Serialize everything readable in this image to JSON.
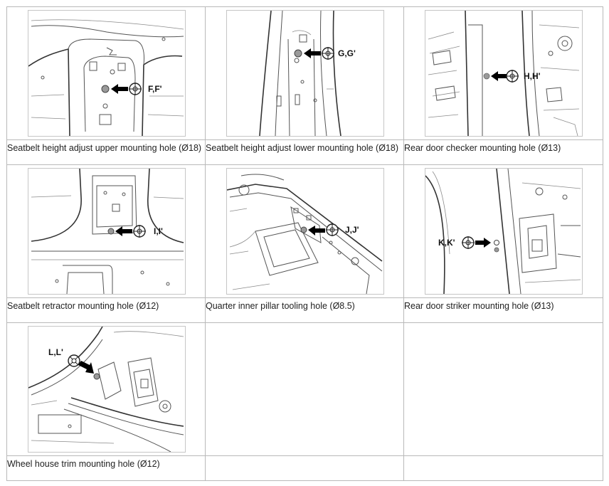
{
  "figures": [
    {
      "marker": "F,F'",
      "caption": "Seatbelt height adjust upper mounting hole (Ø18)"
    },
    {
      "marker": "G,G'",
      "caption": "Seatbelt height adjust lower mounting hole (Ø18)"
    },
    {
      "marker": "H,H'",
      "caption": "Rear door checker mounting hole (Ø13)"
    },
    {
      "marker": "I,I'",
      "caption": "Seatbelt retractor mounting hole (Ø12)"
    },
    {
      "marker": "J,J'",
      "caption": "Quarter inner pillar tooling hole (Ø8.5)"
    },
    {
      "marker": "K,K'",
      "caption": "Rear door striker mounting hole (Ø13)"
    },
    {
      "marker": "L,L'",
      "caption": "Wheel house trim mounting hole (Ø12)"
    }
  ],
  "icons": {
    "target": "crosshair-target-icon",
    "arrow": "arrow-icon",
    "hole": "mounting-hole-icon"
  }
}
